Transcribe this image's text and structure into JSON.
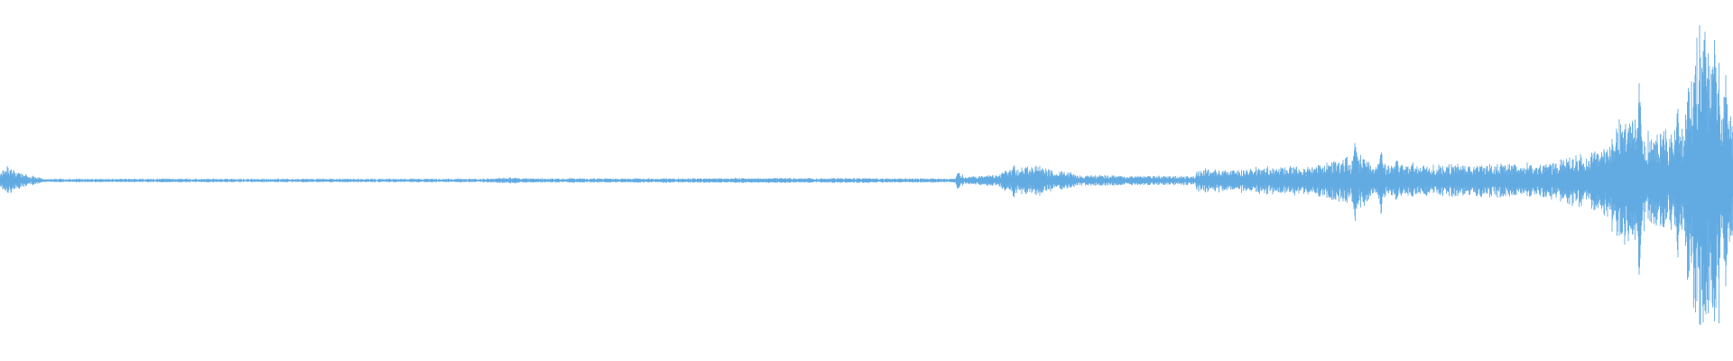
{
  "waveform": {
    "color": "#62ABE2",
    "background": "#FFFFFF",
    "max_amplitude": 1.0,
    "amplitude_segments": [
      {
        "start": 0.0,
        "end": 0.004,
        "from": 0.05,
        "to": 0.08
      },
      {
        "start": 0.004,
        "end": 0.012,
        "from": 0.08,
        "to": 0.04
      },
      {
        "start": 0.012,
        "end": 0.025,
        "from": 0.04,
        "to": 0.012
      },
      {
        "start": 0.025,
        "end": 0.28,
        "from": 0.01,
        "to": 0.01
      },
      {
        "start": 0.28,
        "end": 0.3,
        "from": 0.012,
        "to": 0.018
      },
      {
        "start": 0.3,
        "end": 0.5,
        "from": 0.012,
        "to": 0.014
      },
      {
        "start": 0.5,
        "end": 0.553,
        "from": 0.012,
        "to": 0.012
      },
      {
        "start": 0.553,
        "end": 0.556,
        "from": 0.045,
        "to": 0.03
      },
      {
        "start": 0.556,
        "end": 0.578,
        "from": 0.02,
        "to": 0.035
      },
      {
        "start": 0.578,
        "end": 0.6,
        "from": 0.06,
        "to": 0.085
      },
      {
        "start": 0.6,
        "end": 0.62,
        "from": 0.07,
        "to": 0.04
      },
      {
        "start": 0.62,
        "end": 0.69,
        "from": 0.03,
        "to": 0.025
      },
      {
        "start": 0.69,
        "end": 0.76,
        "from": 0.06,
        "to": 0.08
      },
      {
        "start": 0.76,
        "end": 0.79,
        "from": 0.09,
        "to": 0.16
      },
      {
        "start": 0.79,
        "end": 0.81,
        "from": 0.1,
        "to": 0.09
      },
      {
        "start": 0.81,
        "end": 0.9,
        "from": 0.08,
        "to": 0.1
      },
      {
        "start": 0.9,
        "end": 0.93,
        "from": 0.11,
        "to": 0.2
      },
      {
        "start": 0.93,
        "end": 0.945,
        "from": 0.27,
        "to": 0.42
      },
      {
        "start": 0.945,
        "end": 0.962,
        "from": 0.26,
        "to": 0.3
      },
      {
        "start": 0.962,
        "end": 0.972,
        "from": 0.22,
        "to": 0.36
      },
      {
        "start": 0.972,
        "end": 0.98,
        "from": 0.45,
        "to": 0.85
      },
      {
        "start": 0.98,
        "end": 0.992,
        "from": 0.82,
        "to": 0.75
      },
      {
        "start": 0.992,
        "end": 1.0,
        "from": 0.55,
        "to": 0.32
      }
    ],
    "spikes": [
      {
        "at": 0.553,
        "amp": 0.06
      },
      {
        "at": 0.585,
        "amp": 0.11
      },
      {
        "at": 0.592,
        "amp": 0.09
      },
      {
        "at": 0.782,
        "amp": 0.28
      },
      {
        "at": 0.797,
        "amp": 0.2
      },
      {
        "at": 0.806,
        "amp": 0.15
      },
      {
        "at": 0.815,
        "amp": 0.12
      },
      {
        "at": 0.92,
        "amp": 0.18
      },
      {
        "at": 0.933,
        "amp": 0.36
      },
      {
        "at": 0.946,
        "amp": 0.58
      },
      {
        "at": 0.96,
        "amp": 0.32
      },
      {
        "at": 0.968,
        "amp": 0.48
      },
      {
        "at": 0.978,
        "amp": 0.78
      },
      {
        "at": 0.984,
        "amp": 1.0
      },
      {
        "at": 0.989,
        "amp": 0.95
      },
      {
        "at": 0.996,
        "amp": 0.68
      }
    ]
  }
}
